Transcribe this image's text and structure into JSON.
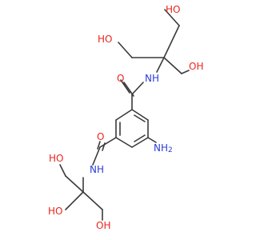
{
  "atoms": {
    "oh_top": {
      "text": "HO",
      "color": "#e8251e"
    },
    "ho_upper_left": {
      "text": "HO",
      "color": "#e8251e"
    },
    "oh_upper_right": {
      "text": "OH",
      "color": "#e8251e"
    },
    "o_carbonyl_upper": {
      "text": "O",
      "color": "#e8251e"
    },
    "nh_upper": {
      "text": "NH",
      "color": "#2c3cdc"
    },
    "o_carbonyl_lower": {
      "text": "O",
      "color": "#e8251e"
    },
    "nh2": {
      "text": "NH",
      "sub": "2",
      "color": "#2c3cdc"
    },
    "nh_lower": {
      "text": "NH",
      "color": "#2c3cdc"
    },
    "oh_lower_left": {
      "text": "HO",
      "color": "#e8251e"
    },
    "oh_bottom_left": {
      "text": "HO",
      "color": "#e8251e"
    },
    "oh_bottom_right": {
      "text": "OH",
      "color": "#e8251e"
    }
  },
  "colors": {
    "bond": "#3a3a3a",
    "oxygen": "#e8251e",
    "nitrogen": "#2c3cdc"
  }
}
